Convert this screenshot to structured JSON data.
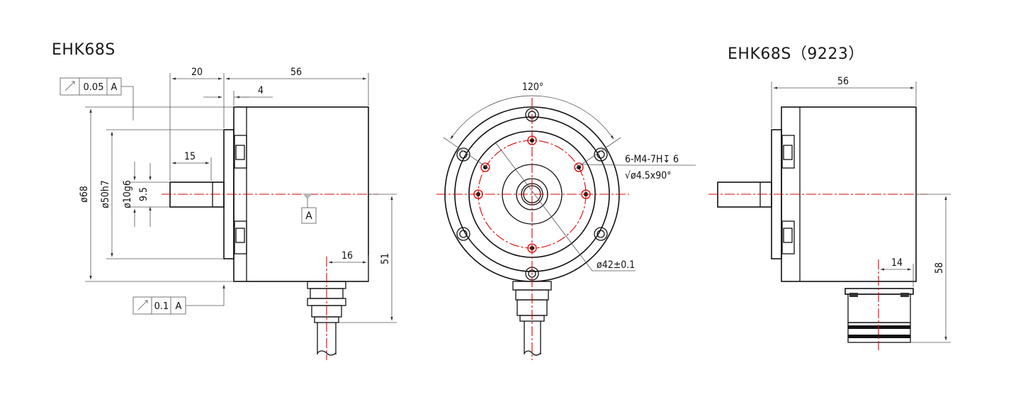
{
  "titles": {
    "left": "EHK68S",
    "right": "EHK68S（9223）"
  },
  "side_view": {
    "dim_shaft_length": "20",
    "dim_body_length": "56",
    "dim_flange": "4",
    "dim_shaft_flat": "15",
    "dim_cable_offset": "16",
    "dim_cable_height": "51",
    "dia_body": "ø68",
    "dia_spigot": "ø50h7",
    "dia_shaft": "ø10g6",
    "dim_flat": "9.5",
    "datum": "A",
    "tol_runout_1": "0.05",
    "tol_runout_2": "0.1",
    "tol_ref": "A"
  },
  "front_view": {
    "angle": "120°",
    "holes_note_1": "6-M4-7H↧ 6",
    "holes_note_2": "√ø4.5x90°",
    "pcd": "ø42±0.1"
  },
  "right_view": {
    "dim_body_length": "56",
    "dim_connector": "14",
    "dim_height": "58"
  }
}
